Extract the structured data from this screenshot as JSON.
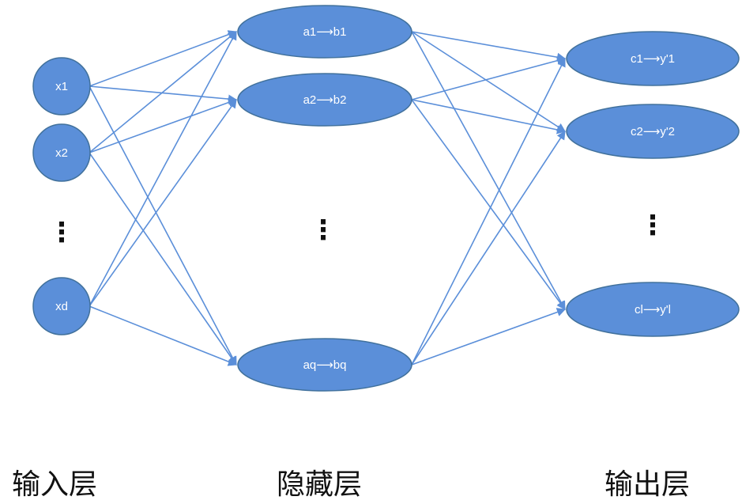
{
  "colors": {
    "node_fill": "#5b8fd9",
    "node_stroke": "#41719c",
    "edge": "#5b8fd9",
    "text": "#ffffff"
  },
  "layers": {
    "input": {
      "label": "输入层",
      "nodes": [
        "x1",
        "x2",
        "xd"
      ],
      "ellipsis": "⋮"
    },
    "hidden": {
      "label": "隐藏层",
      "nodes": [
        "a1⟶b1",
        "a2⟶b2",
        "aq⟶bq"
      ],
      "ellipsis": "⋮"
    },
    "output": {
      "label": "输出层",
      "nodes": [
        "c1⟶y'1",
        "c2⟶y'2",
        "cl⟶y'l"
      ],
      "ellipsis": "⋮"
    }
  }
}
